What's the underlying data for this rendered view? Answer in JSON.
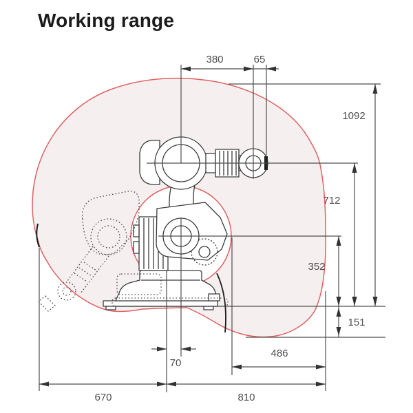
{
  "title": "Working range",
  "dimensions": {
    "upper_arm_horizontal": "380",
    "flange_offset": "65",
    "max_height": "1092",
    "wrist_center_height": "712",
    "axis2_height": "352",
    "below_base_depth": "151",
    "lower_reach_horizontal": "486",
    "axis_offset": "70",
    "rear_reach": "670",
    "front_reach": "810"
  },
  "colors": {
    "range_stroke": "#e06060",
    "range_fill": "#f5f0ef",
    "dimension_line": "#4d4d4d",
    "robot_line": "#3a3a3a",
    "text": "#4d4d4d",
    "title_text": "#1b1b1b"
  }
}
